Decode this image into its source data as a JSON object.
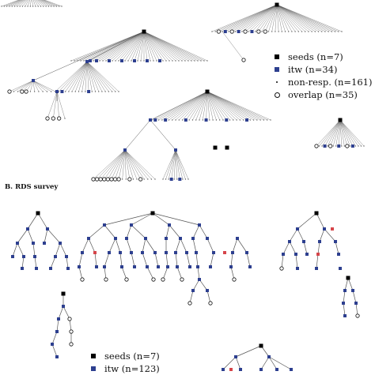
{
  "panelB": {
    "title": "B. RDS survey"
  },
  "legendA": [
    {
      "symbol": "seed",
      "label": "seeds (n=7)"
    },
    {
      "symbol": "itw",
      "label": "itw (n=34)"
    },
    {
      "symbol": "nonresp",
      "label": "non-resp. (n=161)"
    },
    {
      "symbol": "overlap",
      "label": "overlap (n=35)"
    }
  ],
  "legendB": [
    {
      "symbol": "seed",
      "label": "seeds (n=7)"
    },
    {
      "symbol": "itw",
      "label": "itw (n=123)"
    }
  ],
  "colors": {
    "seed": "#000000",
    "itw": "#2d3f8f",
    "overlap": "#111111",
    "red": "#d6454a",
    "edge": "#555555"
  }
}
